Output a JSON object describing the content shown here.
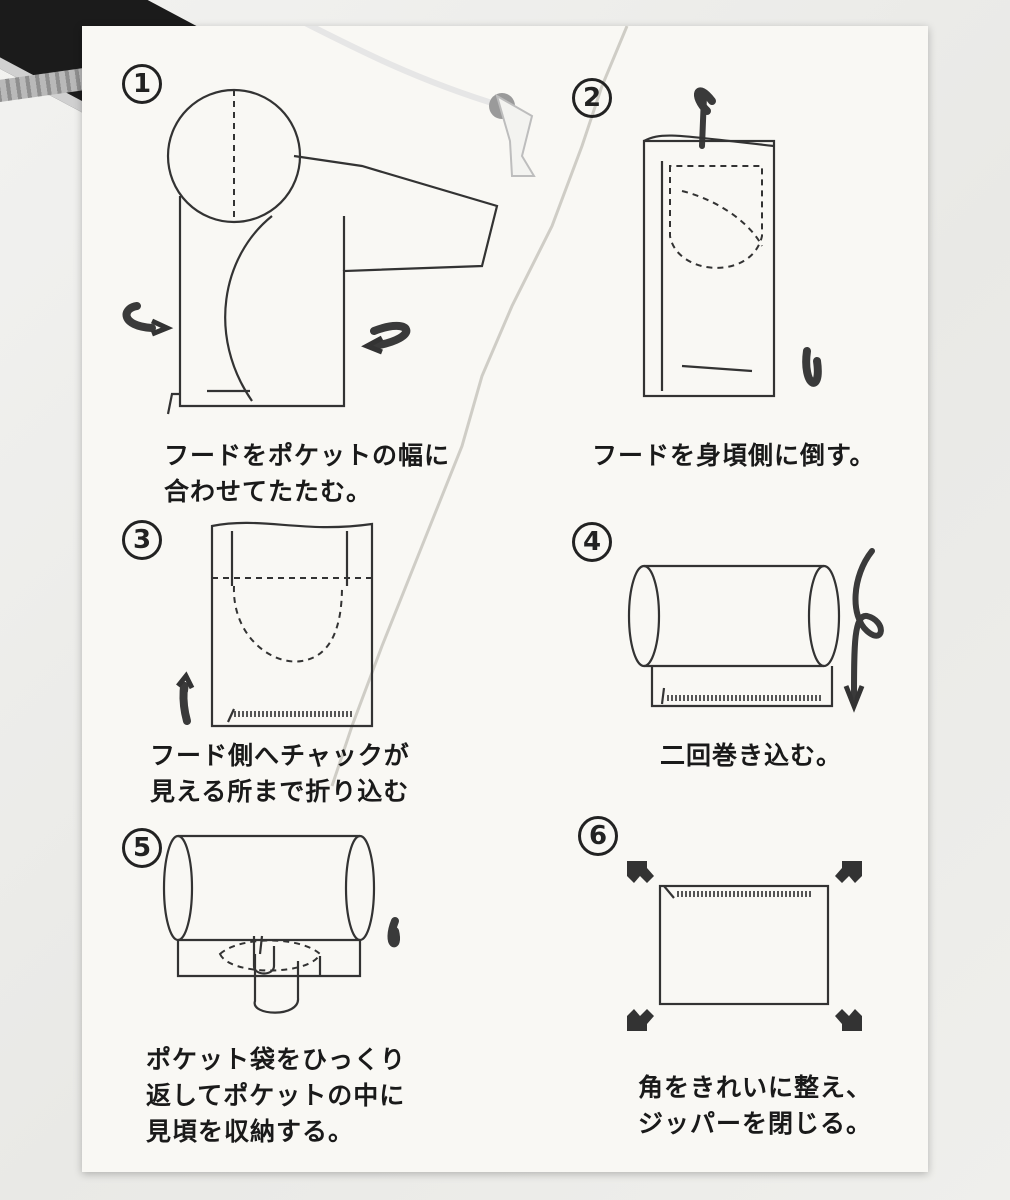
{
  "steps": [
    {
      "number": "1",
      "caption_line1": "フードをポケットの幅に",
      "caption_line2": "合わせてたたむ。"
    },
    {
      "number": "2",
      "caption_line1": "フードを身頃側に倒す。",
      "caption_line2": ""
    },
    {
      "number": "3",
      "caption_line1": "フード側へチャックが",
      "caption_line2": "見える所まで折り込む"
    },
    {
      "number": "4",
      "caption_line1": "二回巻き込む。",
      "caption_line2": ""
    },
    {
      "number": "5",
      "caption_line1": "ポケット袋をひっくり",
      "caption_line2": "返してポケットの中に",
      "caption_line3": "見頃を収納する。"
    },
    {
      "number": "6",
      "caption_line1": "角をきれいに整え、",
      "caption_line2": "ジッパーを閉じる。"
    }
  ],
  "colors": {
    "ink": "#222222",
    "card": "#f9f8f4"
  },
  "icons": [
    "fold-arrow-icon",
    "corner-arrow-icon",
    "zipper-icon",
    "hand-icon"
  ]
}
